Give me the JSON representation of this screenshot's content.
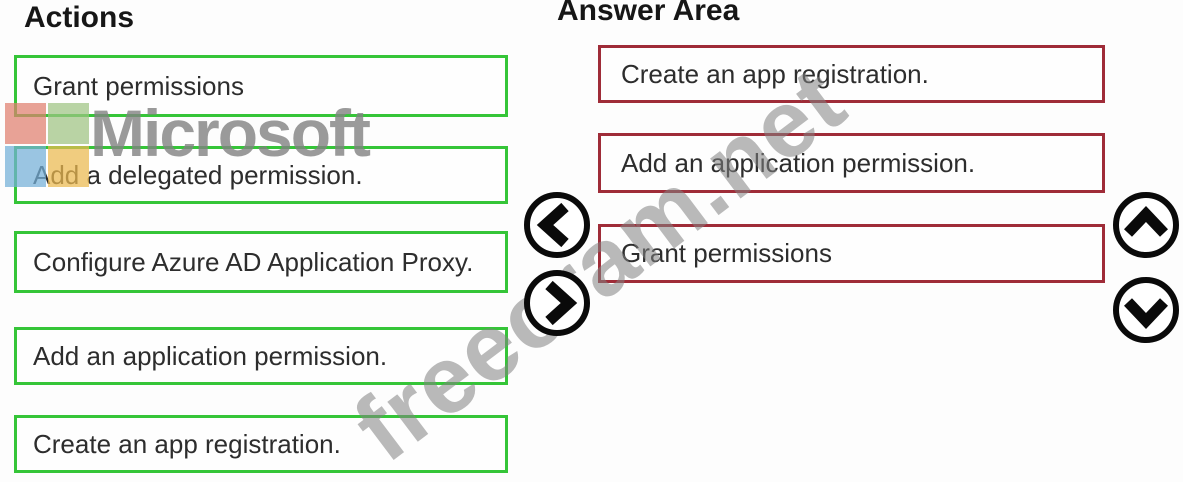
{
  "colors": {
    "action_border": "#35c538",
    "answer_border": "#9f2c38",
    "box_bg": "#fefefe",
    "text_color": "#2d2d2d",
    "watermark_color": "#828282",
    "ms_red": "#e0806f",
    "ms_green": "#9fc483",
    "ms_blue": "#74b0d8",
    "ms_orange": "#ecb94f"
  },
  "actions_panel": {
    "title": "Actions",
    "items": [
      {
        "label": "Grant permissions"
      },
      {
        "label": "Add a delegated permission."
      },
      {
        "label": "Configure Azure AD Application Proxy."
      },
      {
        "label": "Add an application permission."
      },
      {
        "label": "Create an app registration."
      }
    ]
  },
  "answer_panel": {
    "title": "Answer Area",
    "items": [
      {
        "label": "Create an app registration."
      },
      {
        "label": "Add an application permission."
      },
      {
        "label": "Grant permissions"
      }
    ]
  },
  "transfer_controls": {
    "move_left_icon": "chevron-left-in-circle",
    "move_right_icon": "chevron-right-in-circle"
  },
  "reorder_controls": {
    "move_up_icon": "chevron-up-in-circle",
    "move_down_icon": "chevron-down-in-circle"
  },
  "watermarks": {
    "microsoft_wordmark": "Microsoft",
    "site_text": "freecram.net"
  }
}
